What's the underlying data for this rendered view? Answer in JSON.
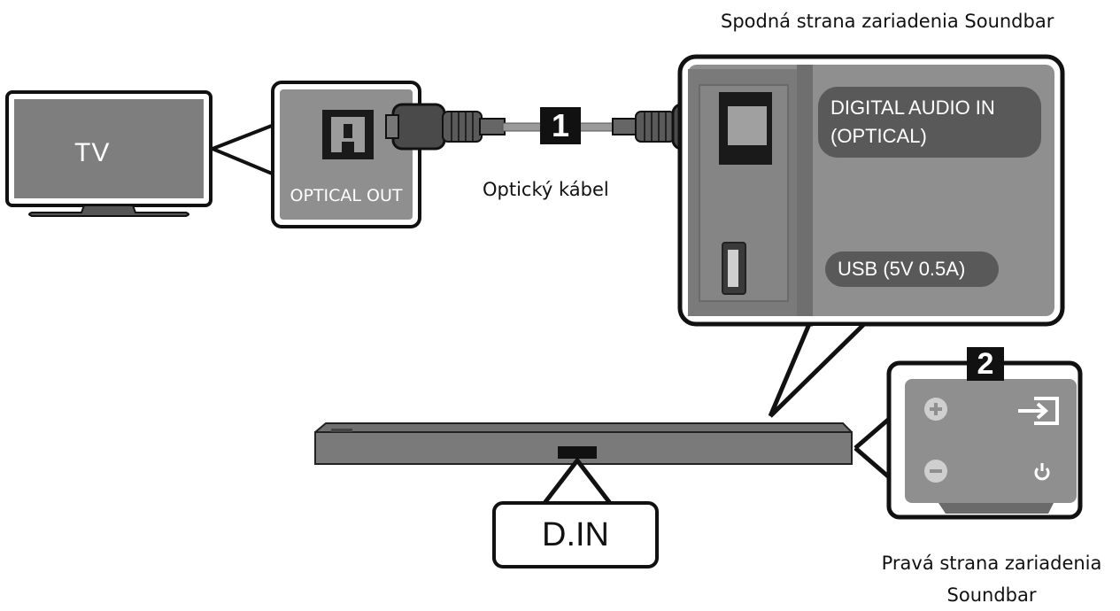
{
  "tv": {
    "label": "TV"
  },
  "tv_port": {
    "label": "OPTICAL OUT"
  },
  "cable": {
    "step": "1",
    "label": "Optický kábel"
  },
  "bottom_panel": {
    "title": "Spodná strana zariadenia Soundbar",
    "port_label_line1": "DIGITAL AUDIO IN",
    "port_label_line2": "(OPTICAL)",
    "usb_label": "USB (5V 0.5A)"
  },
  "soundbar": {
    "port_label": "D.IN"
  },
  "side_panel": {
    "step": "2",
    "title_line1": "Pravá strana zariadenia",
    "title_line2": "Soundbar",
    "buttons": [
      "plus-icon",
      "input-icon",
      "minus-icon",
      "power-icon"
    ]
  },
  "colors": {
    "panel_gray": "#8f8f8f",
    "tv_gray": "#7e7e7e",
    "outline": "#111111"
  }
}
